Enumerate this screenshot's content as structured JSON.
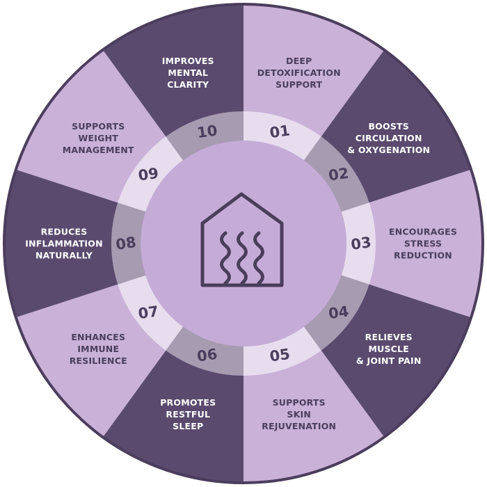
{
  "colors": {
    "dark_segment": "#5a4a6e",
    "light_segment": "#c9b1d8",
    "dark_text": "#ffffff",
    "light_text": "#4b3d5c",
    "ring_dark": "#a79bb1",
    "ring_light": "#e7ddef",
    "center_fill": "#c5acd6",
    "outer_border": "#4b3d5c",
    "icon_stroke": "#4b3d5c"
  },
  "center_icon": "sauna-heat-house-icon",
  "segments": [
    {
      "number": "01",
      "lines": [
        "DEEP",
        "DETOXIFICATION",
        "SUPPORT"
      ],
      "tone": "light"
    },
    {
      "number": "02",
      "lines": [
        "BOOSTS",
        "CIRCULATION",
        "& OXYGENATION"
      ],
      "tone": "dark"
    },
    {
      "number": "03",
      "lines": [
        "ENCOURAGES",
        "STRESS",
        "REDUCTION"
      ],
      "tone": "light"
    },
    {
      "number": "04",
      "lines": [
        "RELIEVES",
        "MUSCLE",
        "& JOINT PAIN"
      ],
      "tone": "dark"
    },
    {
      "number": "05",
      "lines": [
        "SUPPORTS",
        "SKIN",
        "REJUVENATION"
      ],
      "tone": "light"
    },
    {
      "number": "06",
      "lines": [
        "PROMOTES",
        "RESTFUL",
        "SLEEP"
      ],
      "tone": "dark"
    },
    {
      "number": "07",
      "lines": [
        "ENHANCES",
        "IMMUNE",
        "RESILIENCE"
      ],
      "tone": "light"
    },
    {
      "number": "08",
      "lines": [
        "REDUCES",
        "INFLAMMATION",
        "NATURALLY"
      ],
      "tone": "dark"
    },
    {
      "number": "09",
      "lines": [
        "SUPPORTS",
        "WEIGHT",
        "MANAGEMENT"
      ],
      "tone": "light"
    },
    {
      "number": "10",
      "lines": [
        "IMPROVES",
        "MENTAL",
        "CLARITY"
      ],
      "tone": "dark"
    }
  ]
}
